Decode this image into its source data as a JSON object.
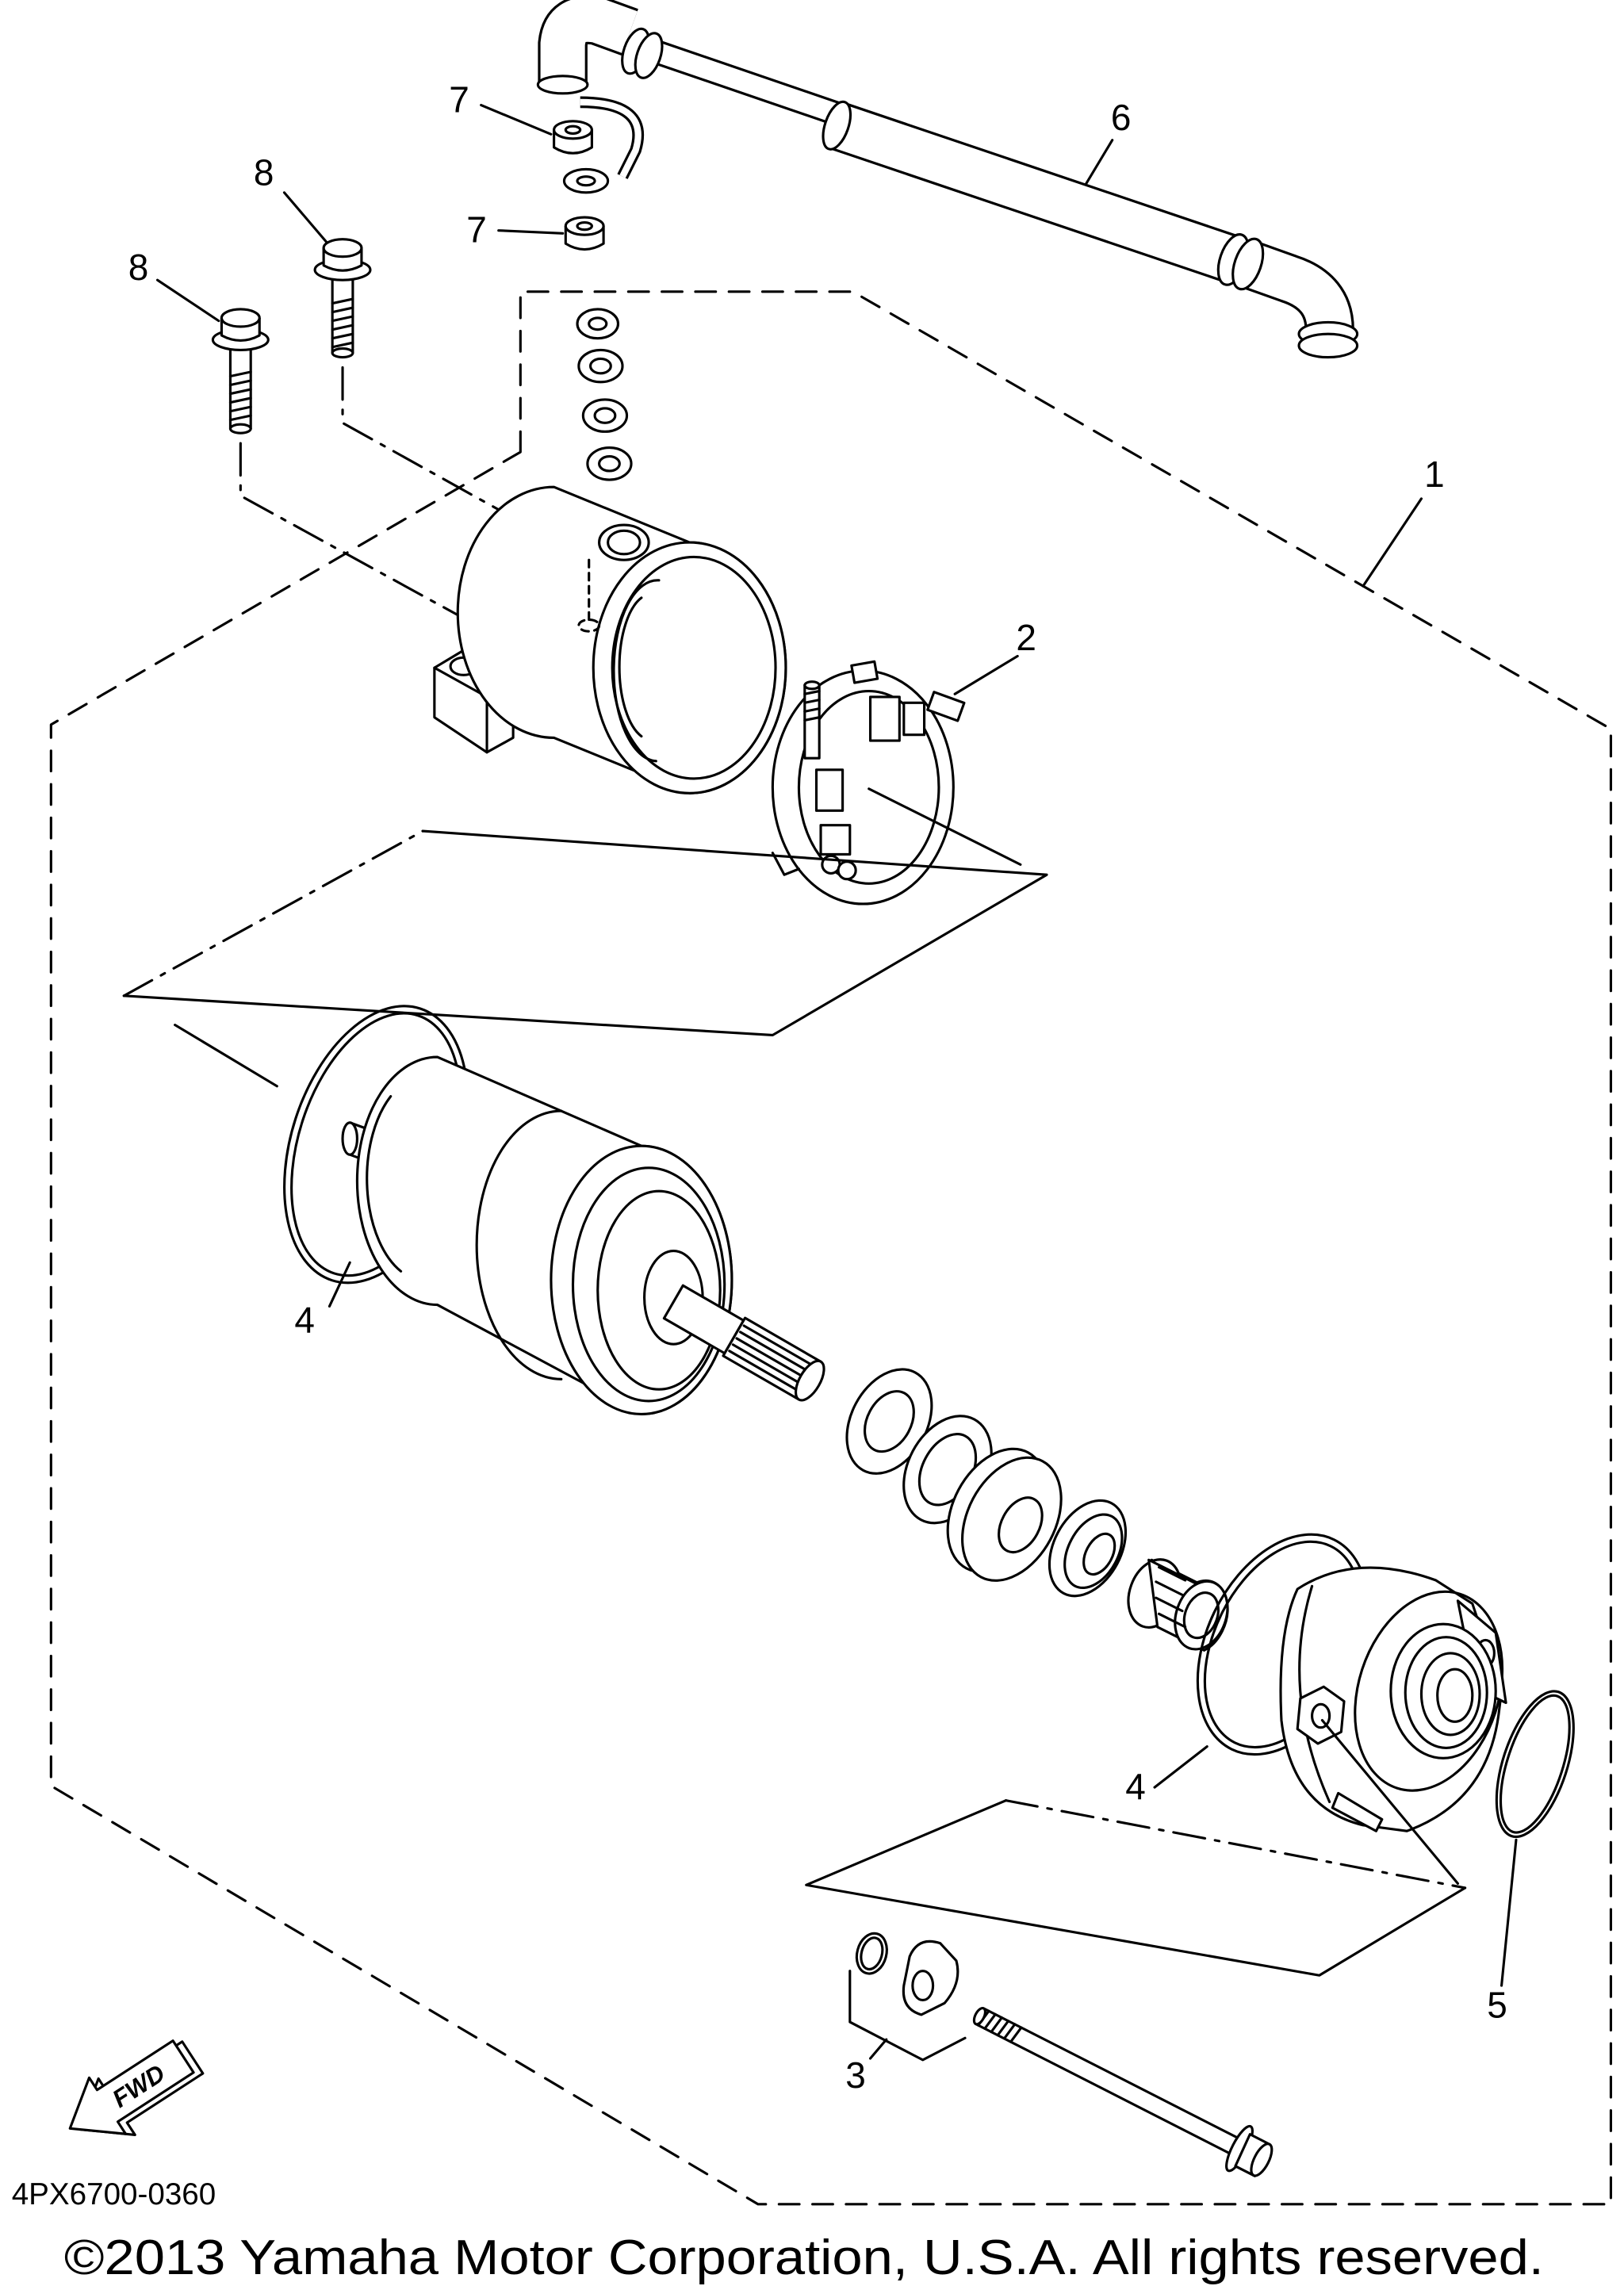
{
  "callouts": [
    "1",
    "2",
    "3",
    "4",
    "4",
    "5",
    "6",
    "7",
    "7",
    "8",
    "8"
  ],
  "diagram_code": "4PX6700-0360",
  "copyright": "©2013 Yamaha Motor Corporation, U.S.A. All rights reserved.",
  "fwd_label": "FWD",
  "colors": {
    "line": "#000000",
    "background": "#ffffff"
  }
}
